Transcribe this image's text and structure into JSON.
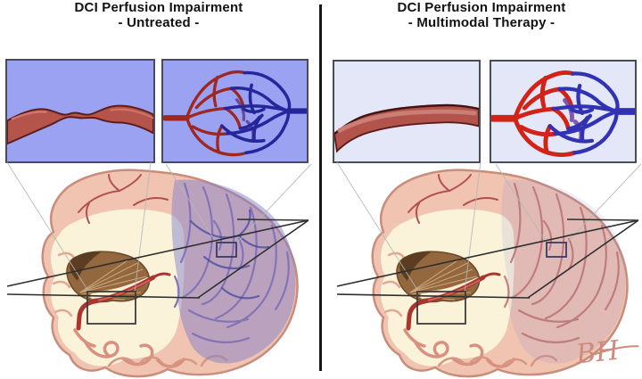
{
  "figure_title_left": {
    "line1": "DCI Perfusion Impairment",
    "line2": "- Untreated -"
  },
  "figure_title_right": {
    "line1": "DCI Perfusion Impairment",
    "line2": "- Multimodal Therapy -"
  },
  "signature": "BH",
  "panels": {
    "left": {
      "artery_inset": "stenotic-vasospastic-artery",
      "capillary_inset": "impaired-capillary-perfusion",
      "brain": "brain-cutaway-with-ischemic-territory"
    },
    "right": {
      "artery_inset": "normal-caliber-artery",
      "capillary_inset": "restored-capillary-perfusion",
      "brain": "brain-cutaway-with-reduced-ischemia"
    }
  },
  "colors": {
    "inset_background_untreated": "#9aa2f1",
    "inset_background_treated": "#e4e7f8",
    "artery_red": "#b2544c",
    "capillary_arterial_red_untreated": "#9e2722",
    "capillary_arterial_red_treated": "#d12318",
    "capillary_venous_blue": "#2f2fae",
    "ischemia_purple": "#7d7dcb",
    "cortex_pink": "#f1c4b2",
    "white_matter_cream": "#faf3da",
    "deep_nuclei_brown": "#93683f",
    "divider_black": "#161616"
  }
}
